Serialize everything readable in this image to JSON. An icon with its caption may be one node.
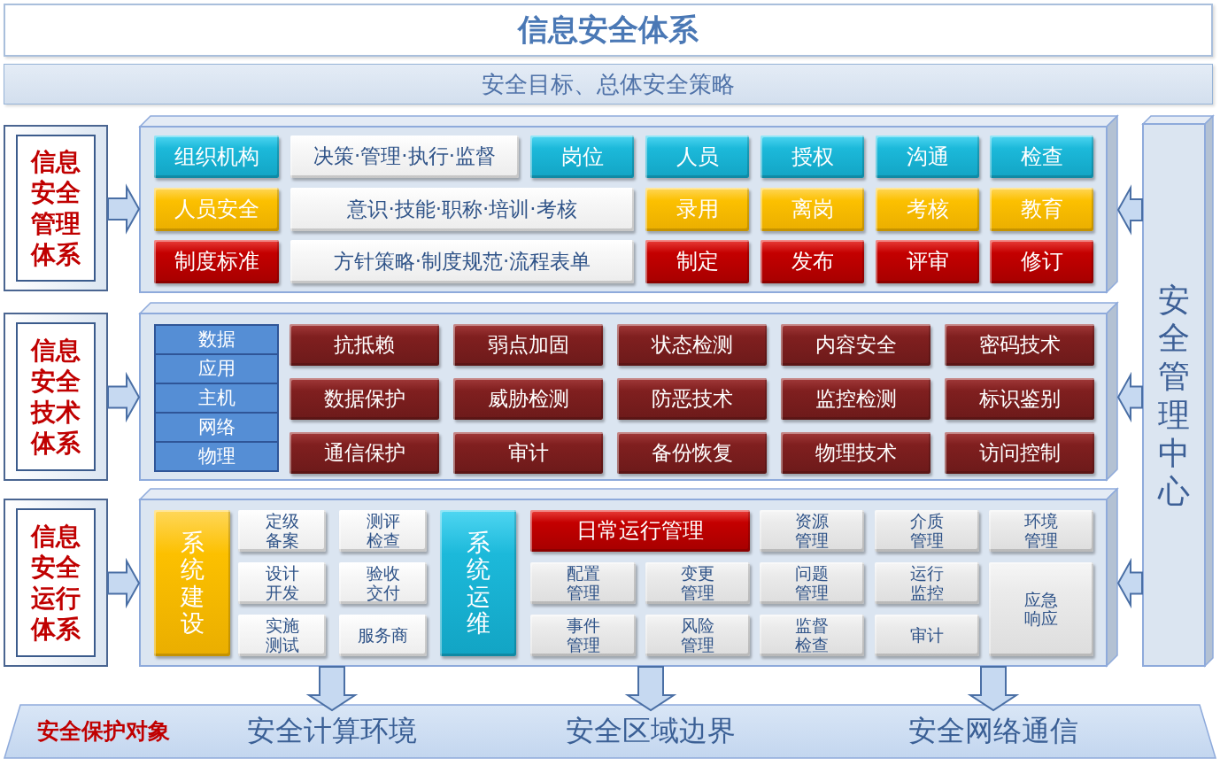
{
  "diagram": {
    "title": "信息安全体系",
    "nodes": [
      {
        "text": [
          "安全目标、总体安全策略"
        ]
      },
      {
        "text": [
          "信息安全管理体系"
        ]
      },
      {
        "text": [],
        "shape": "box"
      },
      {
        "text": [
          "组织机构"
        ],
        "in": 2
      },
      {
        "text": [
          "决策·管理·执行·监督"
        ],
        "in": 2
      },
      {
        "text": [
          "岗位"
        ],
        "in": 2
      },
      {
        "text": [
          "人员"
        ],
        "in": 2
      },
      {
        "text": [
          "授权"
        ],
        "in": 2
      },
      {
        "text": [
          "沟通"
        ],
        "in": 2
      },
      {
        "text": [
          "检查"
        ],
        "in": 2
      },
      {
        "text": [
          "人员安全"
        ],
        "in": 2
      },
      {
        "text": [
          "意识·技能·职称·培训·考核"
        ],
        "in": 2
      },
      {
        "text": [
          "录用"
        ],
        "in": 2
      },
      {
        "text": [
          "离岗"
        ],
        "in": 2
      },
      {
        "text": [
          "考核"
        ],
        "in": 2
      },
      {
        "text": [
          "教育"
        ],
        "in": 2
      },
      {
        "text": [
          "制度标准"
        ],
        "in": 2
      },
      {
        "text": [
          "方针策略·制度规范·流程表单"
        ],
        "in": 2
      },
      {
        "text": [
          "制定"
        ],
        "in": 2
      },
      {
        "text": [
          "发布"
        ],
        "in": 2
      },
      {
        "text": [
          "评审"
        ],
        "in": 2
      },
      {
        "text": [
          "修订"
        ],
        "in": 2
      },
      {
        "text": [
          "信息安全技术体系"
        ]
      },
      {
        "text": [],
        "shape": "box"
      },
      {
        "text": [
          "数据"
        ],
        "in": 23
      },
      {
        "text": [
          "应用"
        ],
        "in": 23
      },
      {
        "text": [
          "主机"
        ],
        "in": 23
      },
      {
        "text": [
          "网络"
        ],
        "in": 23
      },
      {
        "text": [
          "物理"
        ],
        "in": 23
      },
      {
        "text": [
          "抗抵赖"
        ],
        "in": 23
      },
      {
        "text": [
          "弱点加固"
        ],
        "in": 23
      },
      {
        "text": [
          "状态检测"
        ],
        "in": 23
      },
      {
        "text": [
          "内容安全"
        ],
        "in": 23
      },
      {
        "text": [
          "密码技术"
        ],
        "in": 23
      },
      {
        "text": [
          "数据保护"
        ],
        "in": 23
      },
      {
        "text": [
          "威胁检测"
        ],
        "in": 23
      },
      {
        "text": [
          "防恶技术"
        ],
        "in": 23
      },
      {
        "text": [
          "监控检测"
        ],
        "in": 23
      },
      {
        "text": [
          "标识鉴别"
        ],
        "in": 23
      },
      {
        "text": [
          "通信保护"
        ],
        "in": 23
      },
      {
        "text": [
          "审计"
        ],
        "in": 23
      },
      {
        "text": [
          "备份恢复"
        ],
        "in": 23
      },
      {
        "text": [
          "物理技术"
        ],
        "in": 23
      },
      {
        "text": [
          "访问控制"
        ],
        "in": 23
      },
      {
        "text": [
          "信息安全运行体系"
        ]
      },
      {
        "text": [],
        "shape": "box"
      },
      {
        "text": [
          "系统建设"
        ],
        "in": 45
      },
      {
        "text": [
          "定级备案"
        ],
        "in": 45
      },
      {
        "text": [
          "测评检查"
        ],
        "in": 45
      },
      {
        "text": [
          "设计开发"
        ],
        "in": 45
      },
      {
        "text": [
          "验收交付"
        ],
        "in": 45
      },
      {
        "text": [
          "实施测试"
        ],
        "in": 45
      },
      {
        "text": [
          "服务商"
        ],
        "in": 45
      },
      {
        "text": [
          "系统运维"
        ],
        "in": 45
      },
      {
        "text": [
          "日常运行管理"
        ],
        "in": 45
      },
      {
        "text": [
          "资源管理"
        ],
        "in": 45
      },
      {
        "text": [
          "介质管理"
        ],
        "in": 45
      },
      {
        "text": [
          "环境管理"
        ],
        "in": 45
      },
      {
        "text": [
          "配置管理"
        ],
        "in": 45
      },
      {
        "text": [
          "变更管理"
        ],
        "in": 45
      },
      {
        "text": [
          "问题管理"
        ],
        "in": 45
      },
      {
        "text": [
          "运行监控"
        ],
        "in": 45
      },
      {
        "text": [
          "应急响应"
        ],
        "in": 45
      },
      {
        "text": [
          "事件管理"
        ],
        "in": 45
      },
      {
        "text": [
          "风险管理"
        ],
        "in": 45
      },
      {
        "text": [
          "监督检查"
        ],
        "in": 45
      },
      {
        "text": [
          "审计"
        ],
        "in": 45
      },
      {
        "text": [
          "安全管理中心"
        ]
      },
      {
        "text": [
          "安全保护对象"
        ]
      },
      {
        "text": [
          "安全计算环境"
        ],
        "in": 68
      },
      {
        "text": [
          "安全区域边界"
        ],
        "in": 68
      },
      {
        "text": [
          "安全网络通信"
        ],
        "in": 68
      }
    ],
    "edges": [
      {
        "from": 1,
        "to": 2,
        "arrow": "to"
      },
      {
        "from": 22,
        "to": 23,
        "arrow": "to"
      },
      {
        "from": 44,
        "to": 45,
        "arrow": "to"
      },
      {
        "from": 67,
        "to": 2,
        "arrow": "to"
      },
      {
        "from": 67,
        "to": 23,
        "arrow": "to"
      },
      {
        "from": 67,
        "to": 45,
        "arrow": "to"
      },
      {
        "from": 45,
        "to": 69,
        "arrow": "to"
      },
      {
        "from": 45,
        "to": 70,
        "arrow": "to"
      },
      {
        "from": 45,
        "to": 71,
        "arrow": "to"
      }
    ]
  }
}
